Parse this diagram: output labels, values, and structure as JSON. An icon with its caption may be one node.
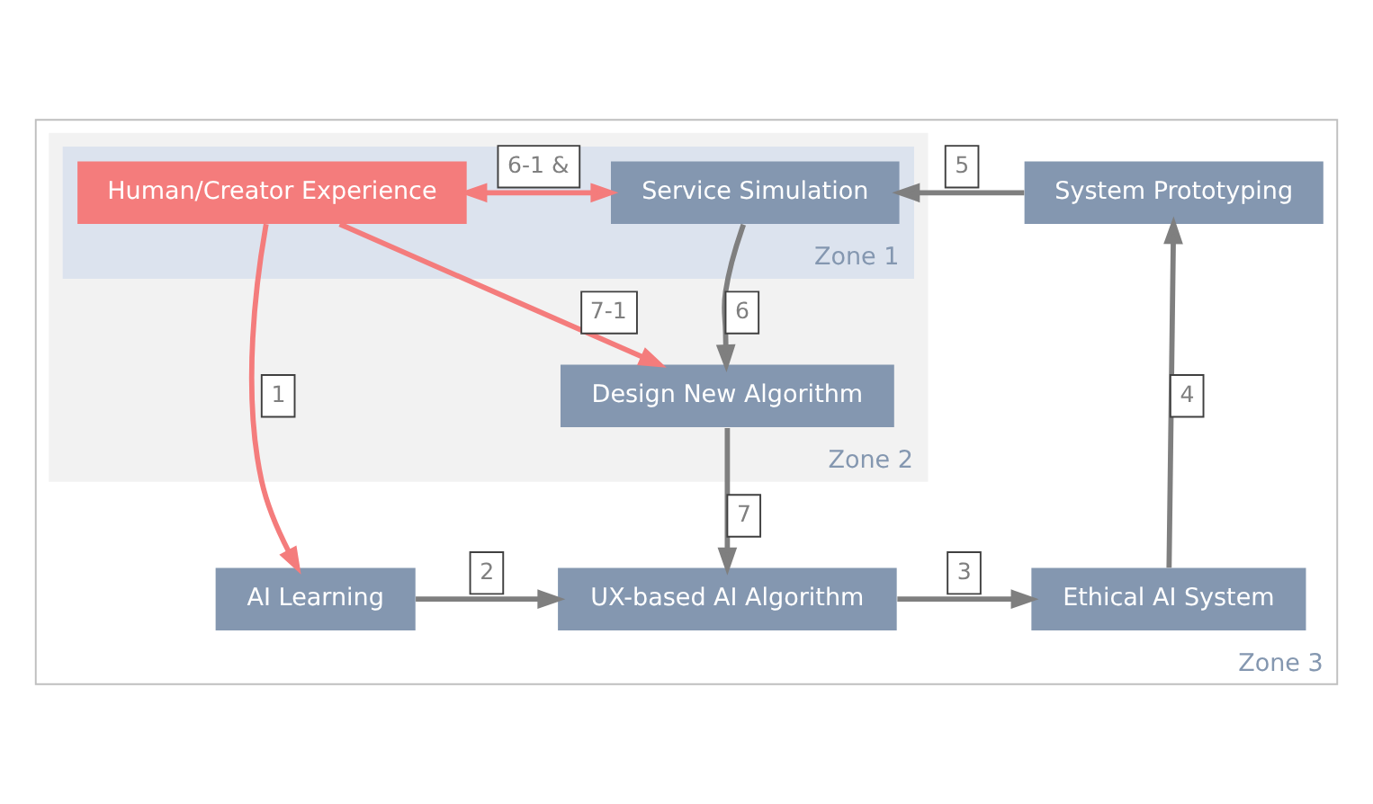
{
  "diagram": {
    "nodes": [
      {
        "text": [
          "Zone 3"
        ]
      },
      {
        "text": [
          "Zone 2"
        ],
        "in": 0
      },
      {
        "text": [
          "Zone 1"
        ],
        "in": 1
      },
      {
        "text": [
          "AI Learning"
        ],
        "in": 0
      },
      {
        "text": [
          "UX-based AI Algorithm"
        ],
        "in": 0
      },
      {
        "text": [
          "Ethical AI System"
        ],
        "in": 0
      },
      {
        "text": [
          "Design New Algorithm"
        ],
        "in": 1
      },
      {
        "text": [
          "Human/Creator Experience"
        ],
        "in": 2
      },
      {
        "text": [
          "Service Simulation"
        ],
        "in": 2
      },
      {
        "text": [
          "System Prototyping"
        ],
        "in": 0
      }
    ],
    "edges": [
      {
        "from": 7,
        "to": 3,
        "arrow": "to",
        "label": "1",
        "color": "#f47c7c"
      },
      {
        "from": 3,
        "to": 4,
        "arrow": "to",
        "label": "2"
      },
      {
        "from": 4,
        "to": 5,
        "arrow": "to",
        "label": "3"
      },
      {
        "from": 5,
        "to": 9,
        "arrow": "to",
        "label": "4"
      },
      {
        "from": 9,
        "to": 8,
        "arrow": "to",
        "label": "5"
      },
      {
        "from": 8,
        "to": 6,
        "arrow": "to",
        "label": "6"
      },
      {
        "from": 7,
        "to": 8,
        "arrow": "both",
        "label": "6-1 &",
        "color": "#f47c7c"
      },
      {
        "from": 7,
        "to": 6,
        "arrow": "to",
        "label": "7-1",
        "color": "#f47c7c"
      },
      {
        "from": 6,
        "to": 4,
        "arrow": "to",
        "label": "7"
      }
    ]
  }
}
